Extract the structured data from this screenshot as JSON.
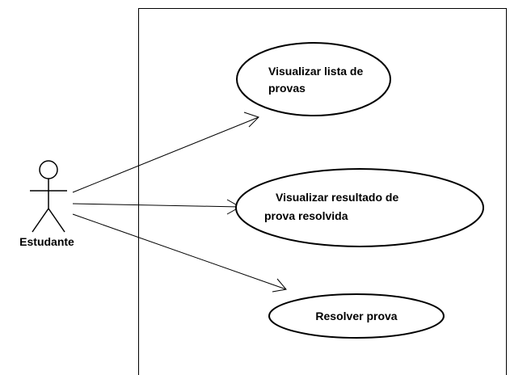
{
  "actor": {
    "label": "Estudante"
  },
  "use_cases": [
    {
      "line1": "Visualizar lista de",
      "line2": "provas"
    },
    {
      "line1": "Visualizar resultado de",
      "line2": "prova resolvida"
    },
    {
      "line1": "Resolver prova"
    }
  ],
  "colors": {
    "stroke": "#000000",
    "fill": "#ffffff",
    "background": "#ffffff"
  }
}
